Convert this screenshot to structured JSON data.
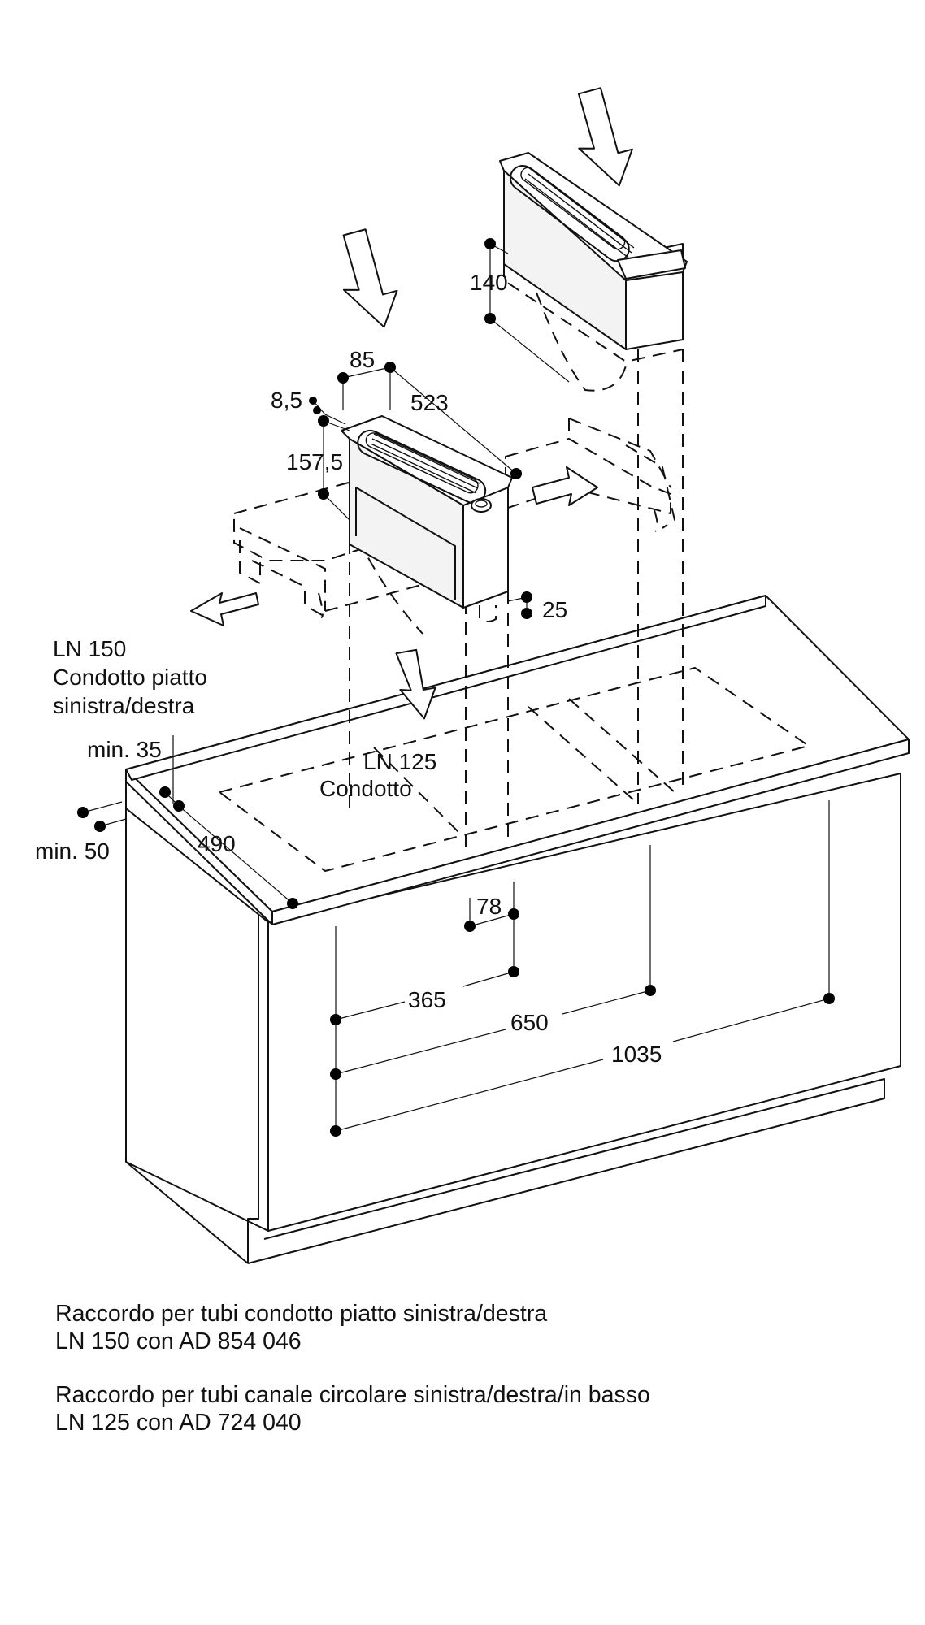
{
  "dimensions": {
    "d140": "140",
    "d85": "85",
    "d8_5": "8,5",
    "d523": "523",
    "d157_5": "157,5",
    "d25": "25",
    "d_min35": "min. 35",
    "d_min50": "min. 50",
    "d490": "490",
    "d78": "78",
    "d365": "365",
    "d650": "650",
    "d1035": "1035"
  },
  "labels": {
    "ln150_title": "LN 150",
    "ln150_line2": "Condotto piatto",
    "ln150_line3": "sinistra/destra",
    "ln125_title": "LN 125",
    "ln125_line2": "Condotto"
  },
  "captions": {
    "flat_line1": "Raccordo per tubi condotto piatto sinistra/destra",
    "flat_line2": "LN 150 con AD 854 046",
    "round_line1": "Raccordo per tubi canale circolare sinistra/destra/in basso",
    "round_line2": "LN 125 con AD 724 040"
  }
}
